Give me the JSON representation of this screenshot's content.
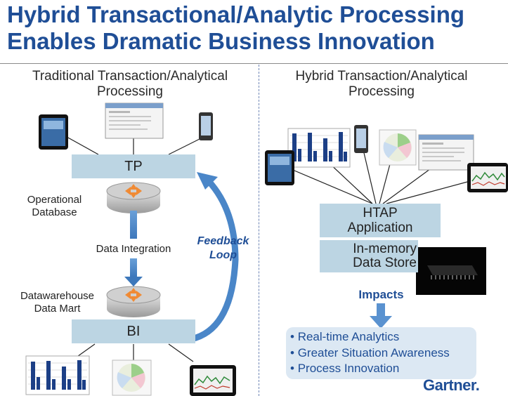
{
  "title": {
    "line1": "Hybrid Transactional/Analytic Processing",
    "line2": "Enables Dramatic Business Innovation"
  },
  "left": {
    "heading1": "Traditional Transaction/Analytical",
    "heading2": "Processing",
    "tp": "TP",
    "operational1": "Operational",
    "operational2": "Database",
    "data_integration": "Data Integration",
    "dw1": "Datawarehouse",
    "dw2": "Data Mart",
    "bi": "BI",
    "feedback1": "Feedback",
    "feedback2": "Loop"
  },
  "right": {
    "heading1": "Hybrid Transaction/Analytical",
    "heading2": "Processing",
    "htap1": "HTAP",
    "htap2": "Application",
    "inmem1": "In-memory",
    "inmem2": "Data Store",
    "impacts": "Impacts",
    "impact_items": [
      "Real-time Analytics",
      "Greater Situation Awareness",
      "Process Innovation"
    ]
  },
  "brand": "Gartner",
  "colors": {
    "title": "#1f4e96",
    "box_fill": "#bcd5e3",
    "arrow": "#4a86c8",
    "impact_box": "#dce8f3"
  },
  "icons": [
    "tablet-icon",
    "web-page-icon",
    "phone-icon",
    "database-icon",
    "bar-chart-icon",
    "pie-chart-icon",
    "dashboard-icon",
    "memory-chip-icon"
  ]
}
